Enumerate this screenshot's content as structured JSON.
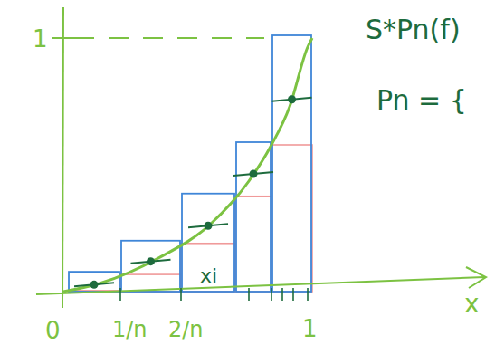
{
  "diagram": {
    "labels": [
      "1",
      "S*Pn(f)",
      "Pn = {",
      "xi",
      "0",
      "1/n",
      "2/n",
      "1",
      "x"
    ]
  }
}
